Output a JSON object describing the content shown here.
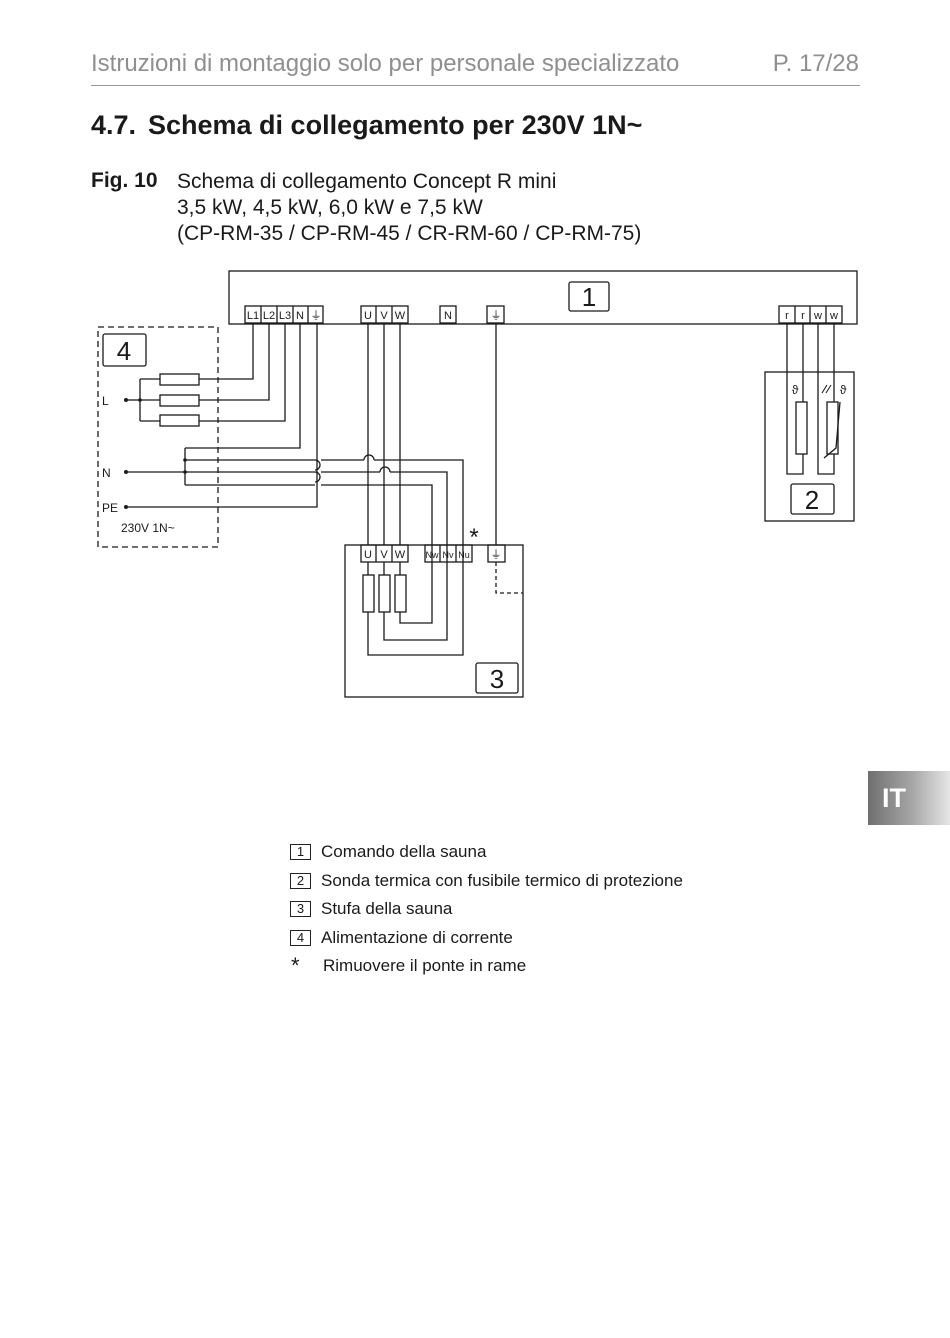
{
  "header": {
    "title": "Istruzioni di montaggio solo per personale specializzato",
    "page": "P. 17/28"
  },
  "section": {
    "number": "4.7.",
    "title": "Schema di collegamento per 230V 1N~"
  },
  "figure": {
    "label": "Fig. 10",
    "caption_lines": [
      "Schema di collegamento Concept R mini",
      "3,5 kW, 4,5 kW, 6,0 kW e 7,5 kW",
      "(CP-RM-35 / CP-RM-45 / CR-RM-60 / CP-RM-75)"
    ]
  },
  "diagram": {
    "box1_number": "1",
    "box2_number": "2",
    "box3_number": "3",
    "box4_number": "4",
    "control_terminals": [
      "L1",
      "L2",
      "L3",
      "N",
      "⏚",
      "U",
      "V",
      "W",
      "N",
      "⏚"
    ],
    "sensor_terminals": [
      "r",
      "r",
      "w",
      "w"
    ],
    "heater_terminals": [
      "U",
      "V",
      "W",
      "Nw",
      "Nv",
      "Nu",
      "⏚"
    ],
    "supply_labels": {
      "L": "L",
      "N": "N",
      "PE": "PE",
      "voltage": "230V 1N~"
    },
    "remove_bridge_mark": "*",
    "sensor_symbol": "ϑ"
  },
  "language_tab": "IT",
  "legend": [
    {
      "number": "1",
      "text": "Comando della sauna"
    },
    {
      "number": "2",
      "text": "Sonda termica con fusibile termico di protezione"
    },
    {
      "number": "3",
      "text": "Stufa della sauna"
    },
    {
      "number": "4",
      "text": "Alimentazione di corrente"
    },
    {
      "number": "*",
      "text": "Rimuovere il ponte in rame"
    }
  ]
}
